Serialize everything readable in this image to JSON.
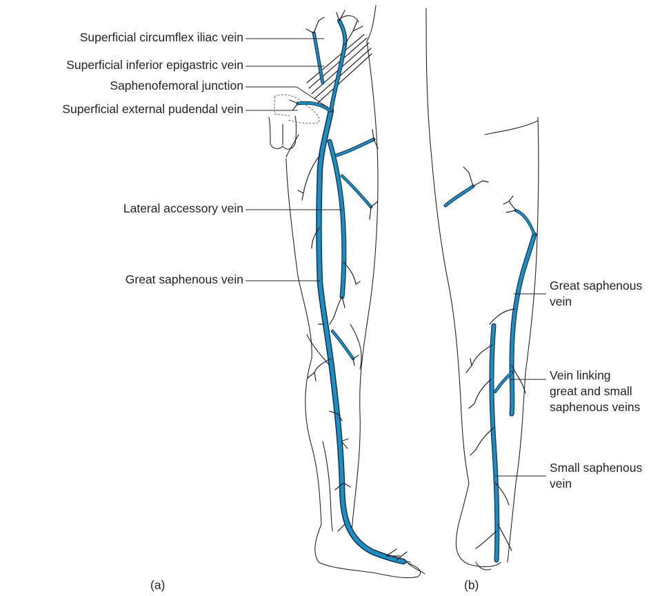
{
  "colors": {
    "vein": "#1a8fc6",
    "vein_edge": "#16304a",
    "outline": "#231f20",
    "leader": "#231f20",
    "background": "#ffffff"
  },
  "labels_a": {
    "circumflex": "Superficial circumflex iliac vein",
    "epigastric": "Superficial inferior epigastric vein",
    "junction": "Saphenofemoral junction",
    "pudendal": "Superficial external pudendal vein",
    "lateral": "Lateral accessory vein",
    "great": "Great saphenous vein"
  },
  "labels_b": {
    "great_line1": "Great saphenous",
    "great_line2": "vein",
    "linking_line1": "Vein linking",
    "linking_line2": "great and small",
    "linking_line3": "saphenous veins",
    "small_line1": "Small saphenous",
    "small_line2": "vein"
  },
  "captions": {
    "a": "(a)",
    "b": "(b)"
  }
}
